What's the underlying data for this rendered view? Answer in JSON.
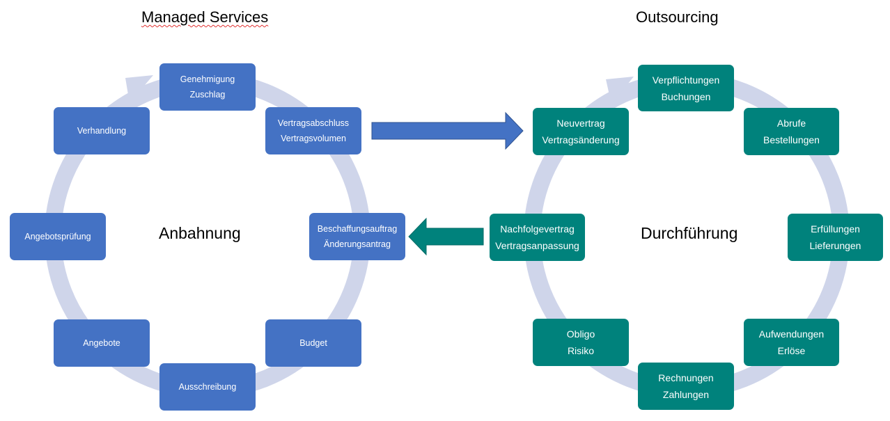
{
  "titles": {
    "left": "Managed Services",
    "right": "Outsourcing"
  },
  "centers": {
    "left": "Anbahnung",
    "right": "Durchführung"
  },
  "left_cycle": {
    "genehmigung": [
      "Genehmigung",
      "Zuschlag"
    ],
    "vertragsabschluss": [
      "Vertragsabschluss",
      "Vertragsvolumen"
    ],
    "beschaffungsauftrag": [
      "Beschaffungsauftrag",
      "Änderungsantrag"
    ],
    "budget": [
      "Budget"
    ],
    "ausschreibung": [
      "Ausschreibung"
    ],
    "angebote": [
      "Angebote"
    ],
    "angebotspruefung": [
      "Angebotsprüfung"
    ],
    "verhandlung": [
      "Verhandlung"
    ]
  },
  "right_cycle": {
    "verpflichtungen": [
      "Verpflichtungen",
      "Buchungen"
    ],
    "abrufe": [
      "Abrufe",
      "Bestellungen"
    ],
    "erfuellungen": [
      "Erfüllungen",
      "Lieferungen"
    ],
    "aufwendungen": [
      "Aufwendungen",
      "Erlöse"
    ],
    "rechnungen": [
      "Rechnungen",
      "Zahlungen"
    ],
    "obligo": [
      "Obligo",
      "Risiko"
    ],
    "nachfolgevertrag": [
      "Nachfolgevertrag",
      "Vertragsanpassung"
    ],
    "neuvertrag": [
      "Neuvertrag",
      "Vertragsänderung"
    ]
  },
  "colors": {
    "blue": "#4472c4",
    "teal": "#00827c",
    "ring": "#cfd5ea"
  }
}
